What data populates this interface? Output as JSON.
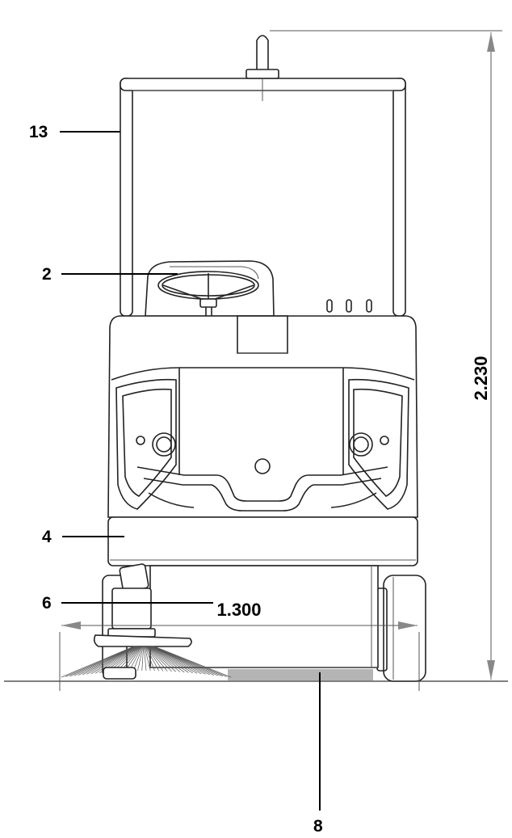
{
  "callouts": {
    "c13": "13",
    "c2": "2",
    "c4": "4",
    "c6": "6",
    "c8": "8"
  },
  "dimensions": {
    "height": "2.230",
    "width": "1.300"
  }
}
